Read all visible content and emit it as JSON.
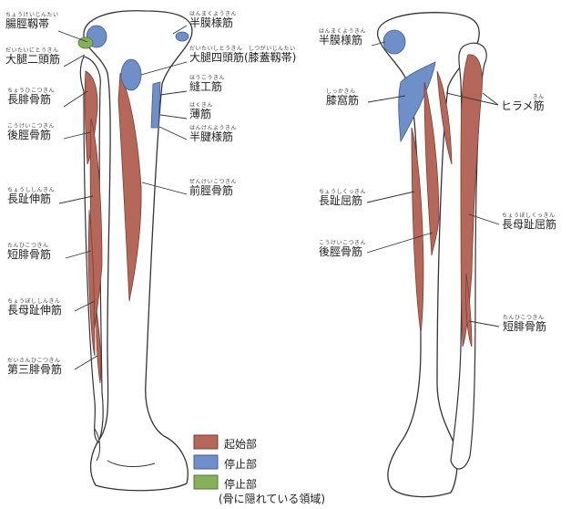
{
  "colors": {
    "origin": "#b5675a",
    "insertion": "#6f8fc9",
    "insertion_hidden": "#86b159",
    "bone_outline": "#333333",
    "leader": "#333333"
  },
  "labels_front": [
    {
      "id": "iliotibial",
      "ruby": "ちょうけいじんたい",
      "text": "腸脛靱帯"
    },
    {
      "id": "biceps-femoris",
      "ruby": "だいたいにとうきん",
      "text": "大腿二頭筋"
    },
    {
      "id": "peroneus-longus",
      "ruby": "ちょうひこつきん",
      "text": "長腓骨筋"
    },
    {
      "id": "tibialis-posterior-front",
      "ruby": "こうけいこつきん",
      "text": "後脛骨筋"
    },
    {
      "id": "ext-digitorum-longus",
      "ruby": "ちょうししんきん",
      "text": "長趾伸筋"
    },
    {
      "id": "peroneus-brevis-front",
      "ruby": "たんひこつきん",
      "text": "短腓骨筋"
    },
    {
      "id": "ext-hallucis-longus",
      "ruby": "ちょうぼししんきん",
      "text": "長母趾伸筋"
    },
    {
      "id": "peroneus-tertius",
      "ruby": "だいさんひこつきん",
      "text": "第三腓骨筋"
    },
    {
      "id": "semimembranosus-front",
      "ruby": "はんまくようきん",
      "text": "半膜様筋"
    },
    {
      "id": "quadriceps",
      "ruby": "だいたいしとうきん　しつがいじんたい",
      "text": "大腿四頭筋(膝蓋靱帯)"
    },
    {
      "id": "sartorius",
      "ruby": "ほうこうきん",
      "text": "縫工筋"
    },
    {
      "id": "gracilis",
      "ruby": "はくきん",
      "text": "薄筋"
    },
    {
      "id": "semitendinosus",
      "ruby": "はんけんようきん",
      "text": "半腱様筋"
    },
    {
      "id": "tibialis-anterior",
      "ruby": "ぜんけいこつきん",
      "text": "前脛骨筋"
    }
  ],
  "labels_back": [
    {
      "id": "semimembranosus-back",
      "ruby": "はんまくようきん",
      "text": "半膜様筋"
    },
    {
      "id": "popliteus",
      "ruby": "しっかきん",
      "text": "膝窩筋"
    },
    {
      "id": "flexor-digitorum-longus",
      "ruby": "ちょうしくっきん",
      "text": "長趾屈筋"
    },
    {
      "id": "tibialis-posterior-back",
      "ruby": "こうけいこつきん",
      "text": "後脛骨筋"
    },
    {
      "id": "soleus",
      "ruby": "きん",
      "text": "ヒラメ筋"
    },
    {
      "id": "flexor-hallucis-longus",
      "ruby": "ちょうぼしくっきん",
      "text": "長母趾屈筋"
    },
    {
      "id": "peroneus-brevis-back",
      "ruby": "たんひこつきん",
      "text": "短腓骨筋"
    }
  ],
  "legend": [
    {
      "id": "origin",
      "label": "起始部"
    },
    {
      "id": "insertion",
      "label": "停止部"
    },
    {
      "id": "insertion-hidden",
      "label": "停止部",
      "sub": "(骨に隠れている領域)"
    }
  ]
}
